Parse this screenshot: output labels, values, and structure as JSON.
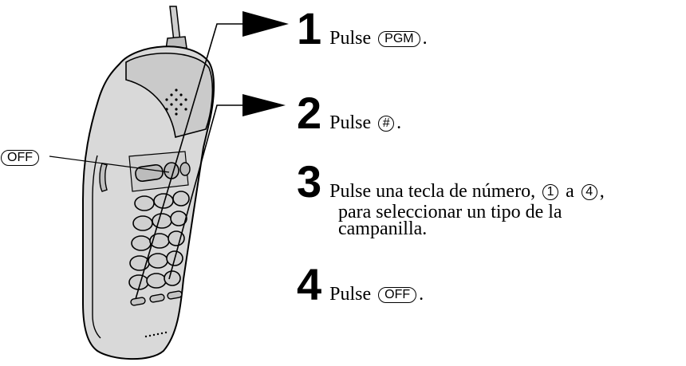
{
  "callout": {
    "off_key": "OFF"
  },
  "steps": [
    {
      "number": "1",
      "text": "Pulse",
      "key": "PGM",
      "suffix": "."
    },
    {
      "number": "2",
      "text": "Pulse",
      "key": "#",
      "suffix": "."
    },
    {
      "number": "3",
      "text_line1_a": "Pulse una tecla de número,",
      "key_a": "1",
      "text_a": "a",
      "key_b": "4",
      "text_b": ",",
      "text_line2": "para seleccionar un tipo de la",
      "text_line3": "campanilla."
    },
    {
      "number": "4",
      "text": "Pulse",
      "key": "OFF",
      "suffix": "."
    }
  ],
  "phone": {
    "colors": {
      "body": "#d9d9d9",
      "outline": "#000000",
      "screen": "#bdbdbd"
    }
  }
}
